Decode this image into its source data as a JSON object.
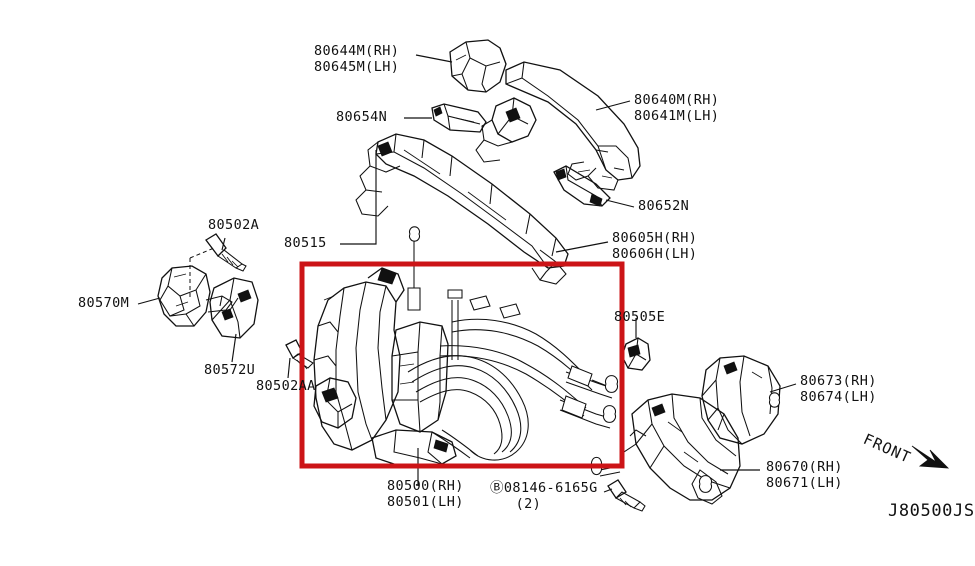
{
  "diagram": {
    "id_code": "J80500JS",
    "front_marker": "FRONT",
    "highlight_color": "#cc1417",
    "line_color": "#111111",
    "background": "#ffffff"
  },
  "callouts": [
    {
      "key": "outside-handle-cap",
      "lines": [
        "80644M(RH)",
        "80645M(LH)"
      ]
    },
    {
      "key": "handle-escutcheon-seal",
      "lines": [
        "80654N"
      ]
    },
    {
      "key": "outside-handle-grip",
      "lines": [
        "80640M(RH)",
        "80641M(LH)"
      ]
    },
    {
      "key": "handle-end-cap",
      "lines": [
        "80652N"
      ]
    },
    {
      "key": "handle-bracket",
      "lines": [
        "80605H(RH)",
        "80606H(LH)"
      ]
    },
    {
      "key": "lock-rod",
      "lines": [
        "80515"
      ]
    },
    {
      "key": "lock-screw-upper",
      "lines": [
        "80502A"
      ]
    },
    {
      "key": "key-cylinder",
      "lines": [
        "80570M"
      ]
    },
    {
      "key": "cylinder-cover-cap",
      "lines": [
        "80572U"
      ]
    },
    {
      "key": "lock-screw-lower",
      "lines": [
        "80502AA"
      ]
    },
    {
      "key": "cable-clip",
      "lines": [
        "80505E"
      ]
    },
    {
      "key": "door-latch-assembly",
      "lines": [
        "80500(RH)",
        "80501(LH)"
      ]
    },
    {
      "key": "latch-bolt",
      "lines": [
        "Ⓑ08146-6165G",
        "   (2)"
      ]
    },
    {
      "key": "inside-handle-bezel",
      "lines": [
        "80673(RH)",
        "80674(LH)"
      ]
    },
    {
      "key": "inside-handle",
      "lines": [
        "80670(RH)",
        "80671(LH)"
      ]
    }
  ]
}
